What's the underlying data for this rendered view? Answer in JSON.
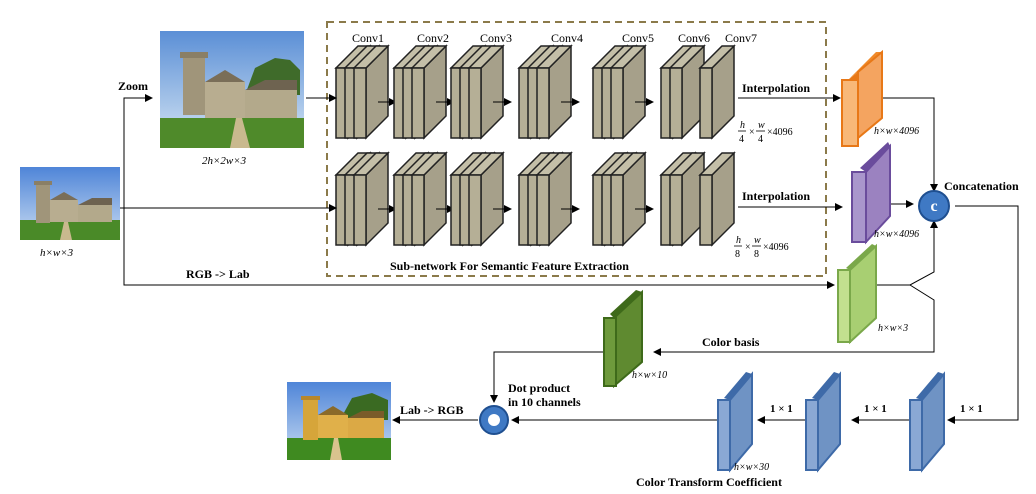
{
  "diagram": {
    "labels": {
      "zoom": "Zoom",
      "rgb_to_lab": "RGB -> Lab",
      "interpolation_top": "Interpolation",
      "interpolation_bottom": "Interpolation",
      "concatenation": "Concatenation",
      "concat_symbol": "c",
      "color_basis": "Color basis",
      "dot_product_line1": "Dot product",
      "dot_product_line2": "in 10 channels",
      "lab_to_rgb": "Lab -> RGB",
      "subnetwork": "Sub-network For Semantic Feature Extraction",
      "color_transform": "Color Transform Coefficient",
      "conv1x1_a": "1 × 1",
      "conv1x1_b": "1 × 1",
      "conv1x1_c": "1 × 1"
    },
    "conv_layers": [
      "Conv1",
      "Conv2",
      "Conv3",
      "Conv4",
      "Conv5",
      "Conv6",
      "Conv7"
    ],
    "dims": {
      "input": "h×w×3",
      "zoomed": "2h×2w×3",
      "orange": "h×w×4096",
      "purple": "h×w×4096",
      "lab": "h×w×3",
      "basis": "h×w×10",
      "coeff": "h×w×30",
      "top_frac_num1": "h",
      "top_frac_den1": "4",
      "top_frac_num2": "w",
      "top_frac_den2": "4",
      "top_frac_tail": "×4096",
      "bot_frac_num1": "h",
      "bot_frac_den1": "8",
      "bot_frac_num2": "w",
      "bot_frac_den2": "8",
      "bot_frac_tail": "×4096"
    },
    "colors": {
      "conv": "#a6a08a",
      "conv_stroke": "#222222",
      "orange": "#f4a460",
      "orange_stroke": "#e87817",
      "purple": "#9b82c0",
      "purple_stroke": "#6a4c9c",
      "green_light": "#a8cf72",
      "green_light_stroke": "#7aa84a",
      "green_dark": "#5f8a30",
      "green_dark_stroke": "#3e6a1a",
      "blue": "#6f93c4",
      "blue_stroke": "#3e6aa8",
      "concat_fill": "#3f79c4",
      "dashed_box": "#8b7a4a"
    }
  }
}
